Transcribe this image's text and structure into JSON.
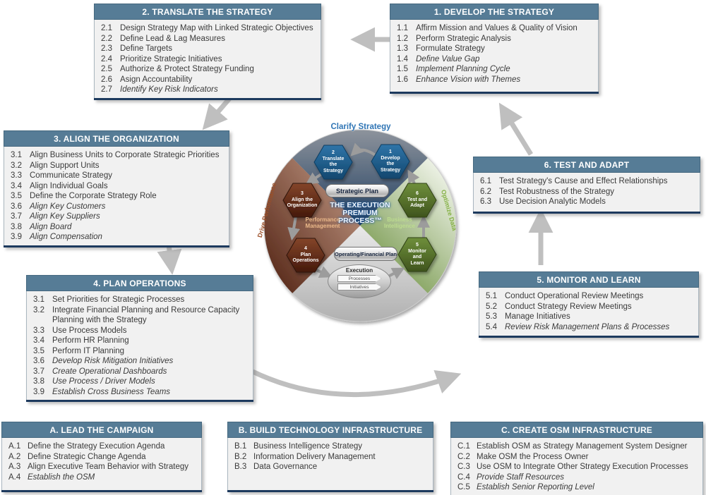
{
  "colors": {
    "header_bg": "#567c96",
    "navy_rule": "#1d3a5e",
    "body_bg": "#f1f1f1",
    "arrow_light": "#bfbfbf",
    "arrow_inner": "#9c9c9c",
    "hex_blue": "#1f5c8f",
    "hex_brown": "#5c2a16",
    "hex_green": "#4e6b28",
    "clarify_blue": "#2f75b5",
    "drive_brown": "#9c4f28",
    "optimize_green": "#85b145"
  },
  "boxes": {
    "box1": {
      "title": "1. DEVELOP THE STRATEGY",
      "items": [
        {
          "num": "1.1",
          "text": "Affirm Mission and Values & Quality of Vision",
          "italic": false
        },
        {
          "num": "1.2",
          "text": "Perform Strategic Analysis",
          "italic": false
        },
        {
          "num": "1.3",
          "text": "Formulate Strategy",
          "italic": false
        },
        {
          "num": "1.4",
          "text": "Define Value Gap",
          "italic": true
        },
        {
          "num": "1.5",
          "text": "Implement Planning Cycle",
          "italic": true
        },
        {
          "num": "1.6",
          "text": "Enhance Vision with Themes",
          "italic": true
        }
      ]
    },
    "box2": {
      "title": "2. TRANSLATE THE STRATEGY",
      "items": [
        {
          "num": "2.1",
          "text": "Design Strategy Map with Linked Strategic Objectives",
          "italic": false
        },
        {
          "num": "2.2",
          "text": "Define Lead & Lag Measures",
          "italic": false
        },
        {
          "num": "2.3",
          "text": "Define Targets",
          "italic": false
        },
        {
          "num": "2.4",
          "text": "Prioritize Strategic Initiatives",
          "italic": false
        },
        {
          "num": "2.5",
          "text": "Authorize & Protect Strategy Funding",
          "italic": false
        },
        {
          "num": "2.6",
          "text": "Asign Accountability",
          "italic": false
        },
        {
          "num": "2.7",
          "text": "Identify Key Risk Indicators",
          "italic": true
        }
      ]
    },
    "box3": {
      "title": "3. ALIGN THE ORGANIZATION",
      "items": [
        {
          "num": "3.1",
          "text": "Align Business Units to Corporate Strategic Priorities",
          "italic": false
        },
        {
          "num": "3.2",
          "text": "Align Support Units",
          "italic": false
        },
        {
          "num": "3.3",
          "text": "Communicate Strategy",
          "italic": false
        },
        {
          "num": "3.4",
          "text": "Align Individual Goals",
          "italic": false
        },
        {
          "num": "3.5",
          "text": "Define the Corporate Strategy Role",
          "italic": false
        },
        {
          "num": "3.6",
          "text": "Align Key Customers",
          "italic": true
        },
        {
          "num": "3.7",
          "text": "Align Key Suppliers",
          "italic": true
        },
        {
          "num": "3.8",
          "text": "Align Board",
          "italic": true
        },
        {
          "num": "3.9",
          "text": "Align Compensation",
          "italic": true
        }
      ]
    },
    "box4": {
      "title": "4. PLAN OPERATIONS",
      "items": [
        {
          "num": "3.1",
          "text": "Set Priorities for Strategic Processes",
          "italic": false
        },
        {
          "num": "3.2",
          "text": "Integrate Financial Planning and Resource Capacity Planning with the Strategy",
          "italic": false
        },
        {
          "num": "3.3",
          "text": "Use Process Models",
          "italic": false
        },
        {
          "num": "3.4",
          "text": "Perform HR Planning",
          "italic": false
        },
        {
          "num": "3.5",
          "text": "Perform IT Planning",
          "italic": false
        },
        {
          "num": "3.6",
          "text": "Develop Risk Mitigation Initiatives",
          "italic": true
        },
        {
          "num": "3.7",
          "text": "Create Operational Dashboards",
          "italic": true
        },
        {
          "num": "3.8",
          "text": "Use Process / Driver Models",
          "italic": true
        },
        {
          "num": "3.9",
          "text": "Establish Cross Business Teams",
          "italic": true
        }
      ]
    },
    "box5": {
      "title": "5. MONITOR AND LEARN",
      "items": [
        {
          "num": "5.1",
          "text": "Conduct Operational Review Meetings",
          "italic": false
        },
        {
          "num": "5.2",
          "text": "Conduct Strategy Review Meetings",
          "italic": false
        },
        {
          "num": "5.3",
          "text": "Manage Initiatives",
          "italic": false
        },
        {
          "num": "5.4",
          "text": "Review Risk Management Plans & Processes",
          "italic": true
        }
      ]
    },
    "box6": {
      "title": "6. TEST AND ADAPT",
      "items": [
        {
          "num": "6.1",
          "text": "Test Strategy's Cause and Effect Relationships",
          "italic": false
        },
        {
          "num": "6.2",
          "text": "Test Robustness of the Strategy",
          "italic": false
        },
        {
          "num": "6.3",
          "text": "Use Decision Analytic Models",
          "italic": false
        }
      ]
    },
    "boxA": {
      "title": "A. LEAD THE CAMPAIGN",
      "items": [
        {
          "num": "A.1",
          "text": "Define the Strategy Execution Agenda",
          "italic": false
        },
        {
          "num": "A.2",
          "text": "Define Strategic Change Agenda",
          "italic": false
        },
        {
          "num": "A.3",
          "text": "Align Executive Team Behavior with Strategy",
          "italic": false
        },
        {
          "num": "A.4",
          "text": "Establish the OSM",
          "italic": true
        }
      ]
    },
    "boxB": {
      "title": "B. BUILD TECHNOLOGY INFRASTRUCTURE",
      "items": [
        {
          "num": "B.1",
          "text": "Business Intelligence Strategy",
          "italic": false
        },
        {
          "num": "B.2",
          "text": "Information Delivery Management",
          "italic": false
        },
        {
          "num": "B.3",
          "text": "Data Governance",
          "italic": false
        }
      ]
    },
    "boxC": {
      "title": "C. CREATE OSM INFRASTRUCTURE",
      "items": [
        {
          "num": "C.1",
          "text": "Establish OSM as Strategy Management System Designer",
          "italic": false
        },
        {
          "num": "C.2",
          "text": "Make OSM the Process Owner",
          "italic": false
        },
        {
          "num": "C.3",
          "text": "Use OSM to Integrate Other Strategy Execution Processes",
          "italic": false
        },
        {
          "num": "C.4",
          "text": "Provide Staff Resources",
          "italic": true
        },
        {
          "num": "C.5",
          "text": "Establish Senior Reporting Level",
          "italic": true
        }
      ]
    }
  },
  "center": {
    "top_label": "Clarify Strategy",
    "left_edge_label": "Drive Performance",
    "right_edge_label": "Optimize Data",
    "quad_left_label": "Performance\nManagement",
    "quad_right_label": "Business\nIntelligence",
    "title": "THE EXECUTION\nPREMIUM\nPROCESS™",
    "strategic_plan": "Strategic Plan",
    "operating_plan": "Operating/Financial Plan",
    "execution": {
      "label": "Execution",
      "banners": [
        "Processes",
        "Initiatives"
      ]
    },
    "hexagons": [
      {
        "num": "1",
        "name": "Develop the Strategy",
        "lines": "1\nDevelop\nthe\nStrategy"
      },
      {
        "num": "2",
        "name": "Translate the Strategy",
        "lines": "2\nTranslate\nthe\nStrategy"
      },
      {
        "num": "3",
        "name": "Align the Organization",
        "lines": "3\nAlign the\nOrganization"
      },
      {
        "num": "4",
        "name": "Plan Operations",
        "lines": "4\nPlan\nOperations"
      },
      {
        "num": "5",
        "name": "Monitor and Learn",
        "lines": "5\nMonitor\nand\nLearn"
      },
      {
        "num": "6",
        "name": "Test and Adapt",
        "lines": "6\nTest and\nAdapt"
      }
    ]
  }
}
